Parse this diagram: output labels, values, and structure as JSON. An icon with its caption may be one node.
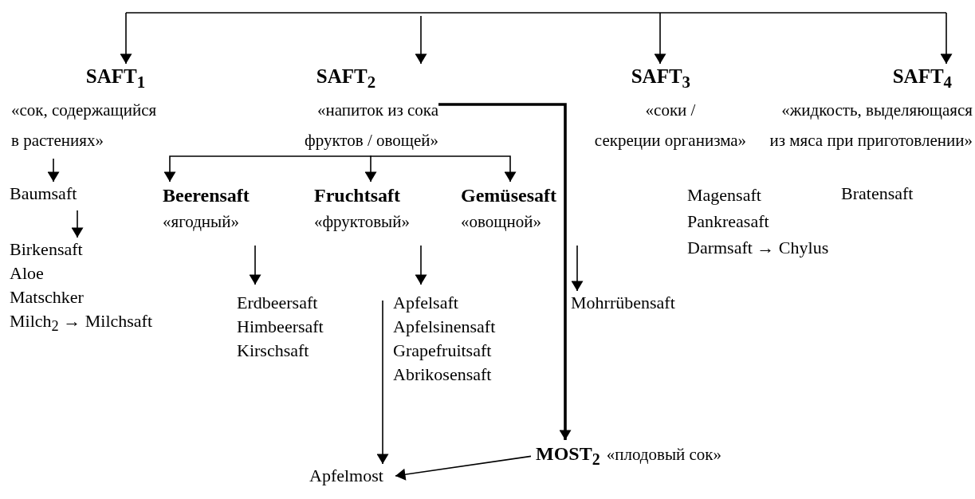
{
  "diagram": {
    "nodes": [
      {
        "text": [
          "SAFT$_{1}$",
          "«сок, содержащийся в растениях»"
        ]
      },
      {
        "text": [
          "SAFT$_{2}$",
          "«напиток из сока фруктов / овощей»"
        ]
      },
      {
        "text": [
          "SAFT$_{3}$",
          "«соки / секреции организма»"
        ]
      },
      {
        "text": [
          "SAFT$_{4}$",
          "«жидкость, выделяющаяся из мяса при приготовлении»"
        ]
      },
      {
        "text": [
          "Baumsaft"
        ]
      },
      {
        "text": [
          "Birkensaft",
          "Aloe",
          "Matschker",
          "Milch$_{2}$ → Milchsaft"
        ]
      },
      {
        "text": [
          "Beerensaft",
          "«ягодный»"
        ]
      },
      {
        "text": [
          "Fruchtsaft",
          "«фруктовый»"
        ]
      },
      {
        "text": [
          "Gemüsesaft",
          "«овощной»"
        ]
      },
      {
        "text": [
          "Erdbeersaft",
          "Himbeersaft",
          "Kirschsaft"
        ]
      },
      {
        "text": [
          "Apfelsaft",
          "Apfelsinensaft",
          "Grapefruitsaft",
          "Abrikosensaft"
        ]
      },
      {
        "text": [
          "Mohrrübensaft"
        ]
      },
      {
        "text": [
          "Magensaft",
          "Pankreasaft",
          "Darmsaft → Chylus"
        ]
      },
      {
        "text": [
          "Bratensaft"
        ]
      },
      {
        "text": [
          "MOST$_{2}$",
          "«плодовый сок»"
        ]
      },
      {
        "text": [
          "Apfelmost"
        ]
      }
    ],
    "edges": [
      {
        "from": null,
        "to": 0,
        "arrow": "to"
      },
      {
        "from": null,
        "to": 1,
        "arrow": "to"
      },
      {
        "from": null,
        "to": 2,
        "arrow": "to"
      },
      {
        "from": null,
        "to": 3,
        "arrow": "to"
      },
      {
        "from": 0,
        "to": 4,
        "arrow": "to"
      },
      {
        "from": 4,
        "to": 5,
        "arrow": "to"
      },
      {
        "from": 1,
        "to": 6,
        "arrow": "to"
      },
      {
        "from": 1,
        "to": 7,
        "arrow": "to"
      },
      {
        "from": 1,
        "to": 8,
        "arrow": "to"
      },
      {
        "from": 6,
        "to": 9,
        "arrow": "to"
      },
      {
        "from": 7,
        "to": 10,
        "arrow": "to"
      },
      {
        "from": 8,
        "to": 11,
        "arrow": "to"
      },
      {
        "from": 1,
        "to": 14,
        "arrow": "to",
        "style": "thick"
      },
      {
        "from": 10,
        "to": 15,
        "arrow": "to"
      },
      {
        "from": 14,
        "to": 15,
        "arrow": "to"
      }
    ]
  }
}
